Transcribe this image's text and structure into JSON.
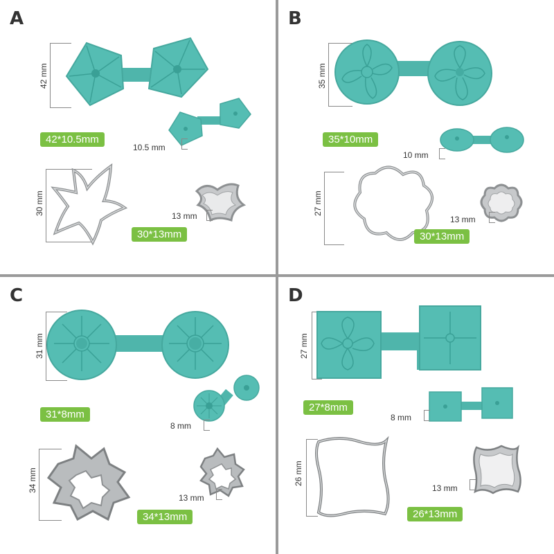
{
  "panels": [
    {
      "letter": "A",
      "mold_height": "42 mm",
      "mold_size": "42*10.5mm",
      "mold_depth": "10.5 mm",
      "cutter_height": "30 mm",
      "cutter_depth": "13 mm",
      "cutter_size": "30*13mm"
    },
    {
      "letter": "B",
      "mold_height": "35 mm",
      "mold_size": "35*10mm",
      "mold_depth": "10 mm",
      "cutter_height": "27 mm",
      "cutter_depth": "13 mm",
      "cutter_size": "30*13mm"
    },
    {
      "letter": "C",
      "mold_height": "31 mm",
      "mold_size": "31*8mm",
      "mold_depth": "8 mm",
      "cutter_height": "34 mm",
      "cutter_depth": "13 mm",
      "cutter_size": "34*13mm"
    },
    {
      "letter": "D",
      "mold_height": "27 mm",
      "mold_size": "27*8mm",
      "mold_depth": "8 mm",
      "cutter_height": "26 mm",
      "cutter_depth": "13 mm",
      "cutter_size": "26*13mm"
    }
  ],
  "colors": {
    "mold": "#55bdb3",
    "mold_dark": "#3aa096",
    "badge": "#7bc043",
    "steel": "#a7aaad",
    "divider": "#9a9a9a"
  }
}
